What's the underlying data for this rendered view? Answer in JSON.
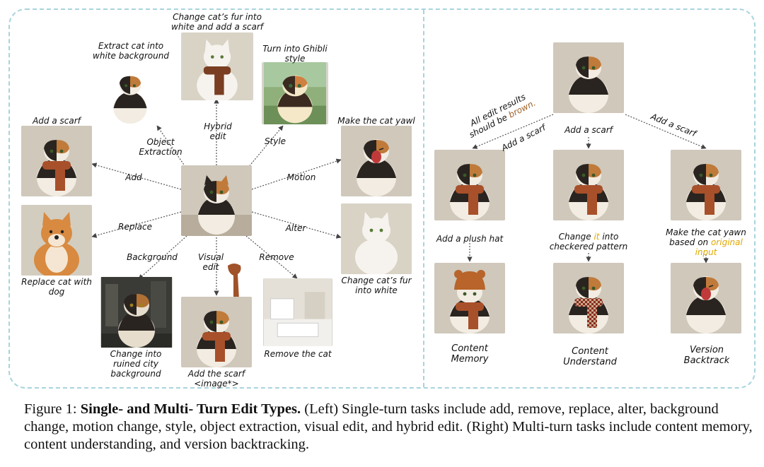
{
  "left": {
    "labels": {
      "fur_white_scarf": "Change cat’s fur into white and add a scarf",
      "extract": "Extract cat into white background",
      "ghibli": "Turn into Ghibli style",
      "add_scarf": "Add a scarf",
      "yawl": "Make the cat yawl",
      "replace_dog": "Replace cat with dog",
      "fur_white": "Change cat’s fur into white",
      "ruined": "Change into ruined city background",
      "add_the_scarf": "Add the scarf",
      "image_token": "<image*>",
      "remove_cat": "Remove the cat"
    },
    "ops": {
      "object_extraction": "Object Extraction",
      "hybrid_edit": "Hybrid edit",
      "style": "Style",
      "add": "Add",
      "motion": "Motion",
      "replace": "Replace",
      "alter": "Alter",
      "background": "Background",
      "visual_edit": "Visual edit",
      "remove": "Remove"
    }
  },
  "right": {
    "constraint_a": "All edit results",
    "constraint_b": "should be",
    "constraint_c": "brown.",
    "add_scarf_a": "Add a scarf",
    "add_scarf_b": "Add a scarf",
    "add_scarf_c": "Add a scarf",
    "plush_hat": "Add a plush hat",
    "checkered_a": "Change",
    "checkered_it": "it",
    "checkered_b": "into checkered pattern",
    "yawn_a": "Make the cat yawn",
    "yawn_b": "based on",
    "yawn_orig": "original",
    "yawn_input": "input",
    "memory": "Content Memory",
    "understand": "Content Understand",
    "backtrack": "Version Backtrack"
  },
  "caption": {
    "prefix": "Figure 1:",
    "bold": "Single- and Multi- Turn Edit Types.",
    "text": " (Left) Single-turn tasks include add, remove, replace, alter, background change, motion change, style, object extraction, visual edit, and hybrid edit. (Right) Multi-turn tasks include content memory, content understanding, and version backtracking."
  },
  "colors": {
    "border": "#a8d4de",
    "brown": "#a0622a",
    "gold": "#e0a800"
  }
}
